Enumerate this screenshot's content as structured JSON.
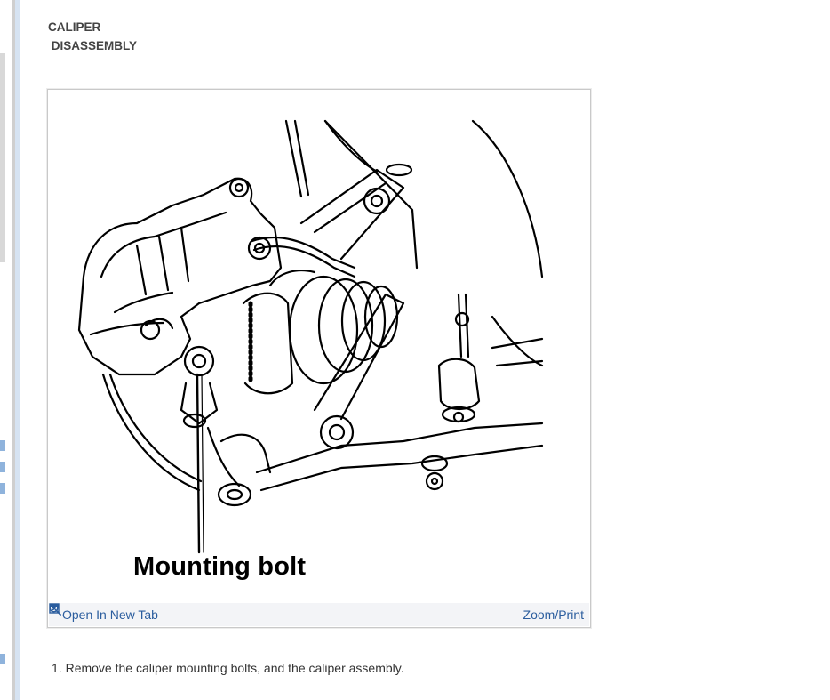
{
  "section": {
    "title_line1": "CALIPER",
    "title_line2": " DISASSEMBLY"
  },
  "figure": {
    "callout_label": "Mounting bolt",
    "open_new_tab_label": "Open In New Tab",
    "open_new_tab_icon": "open-external-icon",
    "zoom_print_label": "Zoom/Print",
    "zoom_icon": "zoom-in-icon"
  },
  "steps": [
    {
      "number": "1.",
      "text": "Remove the caliper mounting bolts, and the caliper assembly."
    }
  ],
  "colors": {
    "link": "#2b5d9e",
    "footer_bg": "#f3f4f7",
    "border": "#c9c9c9"
  }
}
